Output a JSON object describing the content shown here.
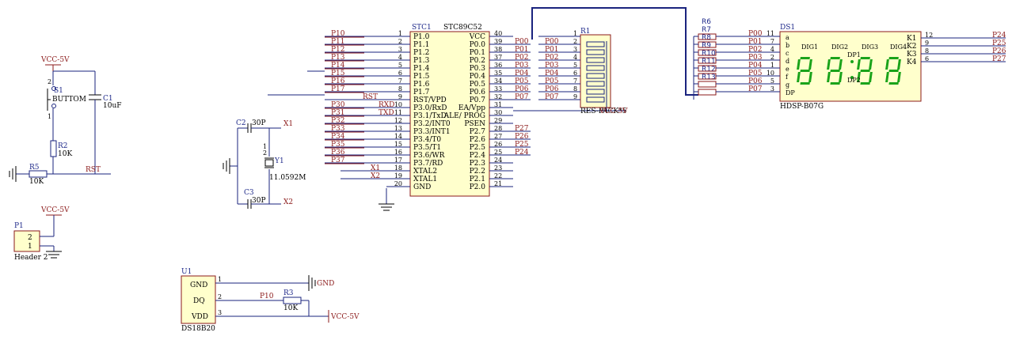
{
  "mcu": {
    "designator": "STC1",
    "part": "STC89C52",
    "left_pins": [
      {
        "num": "1",
        "name": "P1.0",
        "net": "P10"
      },
      {
        "num": "2",
        "name": "P1.1",
        "net": "P11"
      },
      {
        "num": "3",
        "name": "P1.2",
        "net": "P12"
      },
      {
        "num": "4",
        "name": "P1.3",
        "net": "P13"
      },
      {
        "num": "5",
        "name": "P1.4",
        "net": "P14"
      },
      {
        "num": "6",
        "name": "P1.5",
        "net": "P15"
      },
      {
        "num": "7",
        "name": "P1.6",
        "net": "P16"
      },
      {
        "num": "8",
        "name": "P1.7",
        "net": "P17"
      },
      {
        "num": "9",
        "name": "RST/VPD",
        "net": "RST"
      },
      {
        "num": "10",
        "name": "P3.0/RxD",
        "net": "P30",
        "alt": "RXD"
      },
      {
        "num": "11",
        "name": "P3.1/TxD",
        "net": "P31",
        "alt": "TXD"
      },
      {
        "num": "12",
        "name": "P3.2/INT0",
        "net": "P32"
      },
      {
        "num": "13",
        "name": "P3.3/INT1",
        "net": "P33"
      },
      {
        "num": "14",
        "name": "P3.4/T0",
        "net": "P34"
      },
      {
        "num": "15",
        "name": "P3.5/T1",
        "net": "P35"
      },
      {
        "num": "16",
        "name": "P3.6/WR",
        "net": "P36"
      },
      {
        "num": "17",
        "name": "P3.7/RD",
        "net": "P37"
      },
      {
        "num": "18",
        "name": "XTAL2",
        "net": "X1"
      },
      {
        "num": "19",
        "name": "XTAL1",
        "net": "X2"
      },
      {
        "num": "20",
        "name": "GND",
        "net": ""
      }
    ],
    "right_pins": [
      {
        "num": "40",
        "name": "VCC",
        "net": ""
      },
      {
        "num": "39",
        "name": "P0.0",
        "net": "P00"
      },
      {
        "num": "38",
        "name": "P0.1",
        "net": "P01"
      },
      {
        "num": "37",
        "name": "P0.2",
        "net": "P02"
      },
      {
        "num": "36",
        "name": "P0.3",
        "net": "P03"
      },
      {
        "num": "35",
        "name": "P0.4",
        "net": "P04"
      },
      {
        "num": "34",
        "name": "P0.5",
        "net": "P05"
      },
      {
        "num": "33",
        "name": "P0.6",
        "net": "P06"
      },
      {
        "num": "32",
        "name": "P0.7",
        "net": "P07"
      },
      {
        "num": "31",
        "name": "EA/Vpp",
        "net": ""
      },
      {
        "num": "30",
        "name": "ALE/ PROG",
        "net": ""
      },
      {
        "num": "29",
        "name": "PSEN",
        "net": ""
      },
      {
        "num": "28",
        "name": "P2.7",
        "net": "P27"
      },
      {
        "num": "27",
        "name": "P2.6",
        "net": "P26"
      },
      {
        "num": "26",
        "name": "P2.5",
        "net": "P25"
      },
      {
        "num": "25",
        "name": "P2.4",
        "net": "P24"
      },
      {
        "num": "24",
        "name": "P2.3",
        "net": ""
      },
      {
        "num": "23",
        "name": "P2.2",
        "net": ""
      },
      {
        "num": "22",
        "name": "P2.1",
        "net": ""
      },
      {
        "num": "21",
        "name": "P2.0",
        "net": ""
      }
    ]
  },
  "rpack": {
    "designator": "R1",
    "part": "RES-PACK*5",
    "vcc_label": "VCC-5V",
    "pins": [
      {
        "num": "1",
        "net": "P00",
        "show_net": false
      },
      {
        "num": "2",
        "net": "P00",
        "show_net": true
      },
      {
        "num": "3",
        "net": "P01",
        "show_net": true
      },
      {
        "num": "4",
        "net": "P02",
        "show_net": true
      },
      {
        "num": "5",
        "net": "P03",
        "show_net": true
      },
      {
        "num": "6",
        "net": "P04",
        "show_net": true
      },
      {
        "num": "7",
        "net": "P05",
        "show_net": true
      },
      {
        "num": "8",
        "net": "P06",
        "show_net": true
      },
      {
        "num": "9",
        "net": "P07",
        "show_net": true
      }
    ]
  },
  "resistors_array": {
    "labels": [
      "R6",
      "R7",
      "R8",
      "R9",
      "R10",
      "R11",
      "R12",
      "R13"
    ]
  },
  "display": {
    "designator": "DS1",
    "part": "HDSP-B07G",
    "seg_pins": [
      {
        "num": "11",
        "name": "a",
        "net": "P00"
      },
      {
        "num": "7",
        "name": "b",
        "net": "P01"
      },
      {
        "num": "4",
        "name": "c",
        "net": "P02"
      },
      {
        "num": "2",
        "name": "d",
        "net": "P03"
      },
      {
        "num": "1",
        "name": "e",
        "net": "P04"
      },
      {
        "num": "10",
        "name": "f",
        "net": "P05"
      },
      {
        "num": "5",
        "name": "g",
        "net": "P06"
      },
      {
        "num": "3",
        "name": "DP",
        "net": "P07"
      }
    ],
    "com_pins": [
      {
        "num": "12",
        "name": "K1",
        "net": "P24"
      },
      {
        "num": "9",
        "name": "K2",
        "net": "P25"
      },
      {
        "num": "8",
        "name": "K3",
        "net": "P26"
      },
      {
        "num": "6",
        "name": "K4",
        "net": "P27"
      }
    ],
    "digits": [
      "DIG1",
      "DIG2",
      "DIG3",
      "DIG4"
    ],
    "dp_labels": [
      "DP1",
      "DP2"
    ]
  },
  "reset": {
    "vcc": "VCC-5V",
    "switch": "S1",
    "switch_part": "BUTTOM",
    "sw_pin_top": "2",
    "sw_pin_bottom": "1",
    "cap": "C1",
    "cap_val": "10uF",
    "r2": "R2",
    "r2_val": "10K",
    "r5": "R5",
    "r5_val": "10K",
    "rst": "RST"
  },
  "osc": {
    "c2": "C2",
    "c2_val": "30P",
    "c3": "C3",
    "c3_val": "30P",
    "x1": "X1",
    "x2": "X2",
    "y1": "Y1",
    "y1_val": "11.0592M",
    "pin1": "1",
    "pin2": "2"
  },
  "header": {
    "designator": "P1",
    "part": "Header 2",
    "vcc": "VCC-5V",
    "pins": [
      "2",
      "1"
    ]
  },
  "sensor": {
    "designator": "U1",
    "part": "DS18B20",
    "pins": [
      {
        "num": "1",
        "name": "GND"
      },
      {
        "num": "2",
        "name": "DQ"
      },
      {
        "num": "3",
        "name": "VDD"
      }
    ],
    "net": "P10",
    "r3": "R3",
    "r3_val": "10K",
    "gnd": "GND",
    "vcc": "VCC-5V"
  }
}
